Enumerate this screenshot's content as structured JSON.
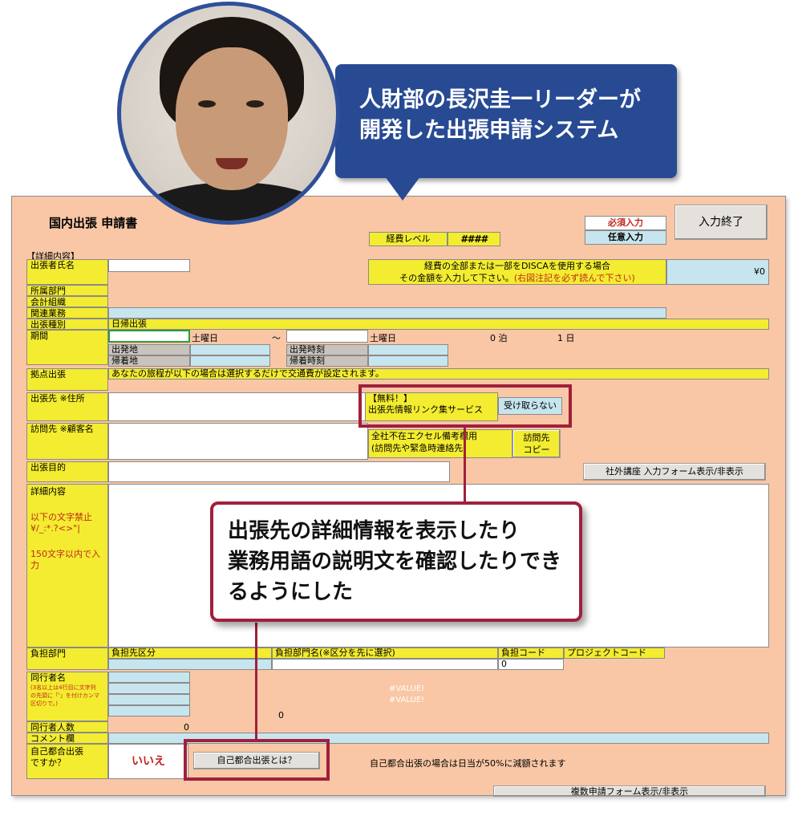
{
  "callout_top": {
    "line1": "人財部の長沢圭一リーダーが",
    "line2": "開発した出張申請システム"
  },
  "callout_mid": {
    "line1": "出張先の詳細情報を表示したり",
    "line2": "業務用語の説明文を確認したりでき",
    "line3": "るようにした"
  },
  "form": {
    "title": "国内出張 申請書",
    "expense_level_label": "経費レベル",
    "expense_level_value": "####",
    "legend_required": "必須入力",
    "legend_optional": "任意入力",
    "finish_button": "入力終了",
    "section_details": "【詳細内容】",
    "labels": {
      "traveler": "出張者氏名",
      "department": "所属部門",
      "accounting_org": "会計組織",
      "related_business": "関連業務",
      "trip_type": "出張種別",
      "period": "期間",
      "base_trip": "拠点出張",
      "destination": "出張先 ※住所",
      "visit": "訪問先 ※顧客名",
      "purpose": "出張目的",
      "details": "詳細内容",
      "cost_dept": "負担部門",
      "companions": "同行者名",
      "companion_count": "同行者人数",
      "comment": "コメント欄",
      "self_trip_1": "自己都合出張",
      "self_trip_2": "ですか？"
    },
    "disca_line1": "経費の全部または一部をDISCAを使用する場合",
    "disca_line2": "その金額を入力して下さい。",
    "disca_note": "(右図注記を必ず読んで下さい)",
    "disca_amount": "¥0",
    "trip_type_value": "日帰出張",
    "period_start_day": "土曜日",
    "period_tilde": "〜",
    "period_end_day": "土曜日",
    "nights": "0 泊",
    "days": "1 日",
    "departure_place": "出発地",
    "return_place": "帰着地",
    "departure_time": "出発時刻",
    "arrival_time": "帰着時刻",
    "base_trip_note": "あなたの旅程が以下の場合は選択するだけで交通費が設定されます。",
    "free_tag": "【無料！】",
    "link_service": "出張先情報リンク集サービス",
    "no_receive_button": "受け取らない",
    "absence_line1": "全社不在エクセル備考欄用",
    "absence_line2": "(訪問先や緊急時連絡先)",
    "visit_copy_line1": "訪問先",
    "visit_copy_line2": "コピー",
    "external_course_button": "社外講座 入力フォーム表示/非表示",
    "details_warning_1": "以下の文字禁止",
    "details_warning_2": "¥/_:*.?<>\"|",
    "details_warning_3": "150文字以内で入",
    "details_warning_4": "力",
    "cost_type": "負担先区分",
    "cost_dept_name": "負担部門名(※区分を先に選択)",
    "cost_code": "負担コード",
    "project_code": "プロジェクトコード",
    "cost_code_value": "0",
    "companion_note_1": "(3名以上は4行目に文字列",
    "companion_note_2": "の先頭に「'」を付けカンマ",
    "companion_note_3": "区切りで。)",
    "companion_zero": "0",
    "value_error_1": "#VALUE!",
    "value_error_2": "#VALUE!",
    "companion_count_value": "0",
    "self_trip_answer": "いいえ",
    "self_trip_button": "自己都合出張とは？",
    "self_trip_note": "自己都合出張の場合は日当が50%に減額されます",
    "multi_form_button": "複数申請フォーム表示/非表示"
  },
  "colors": {
    "sheet_bg": "#f9c7a5",
    "label_yellow": "#f3ec30",
    "input_blue": "#c7e5ee",
    "highlight_red": "#a0203b",
    "bubble_blue": "#274a93"
  }
}
